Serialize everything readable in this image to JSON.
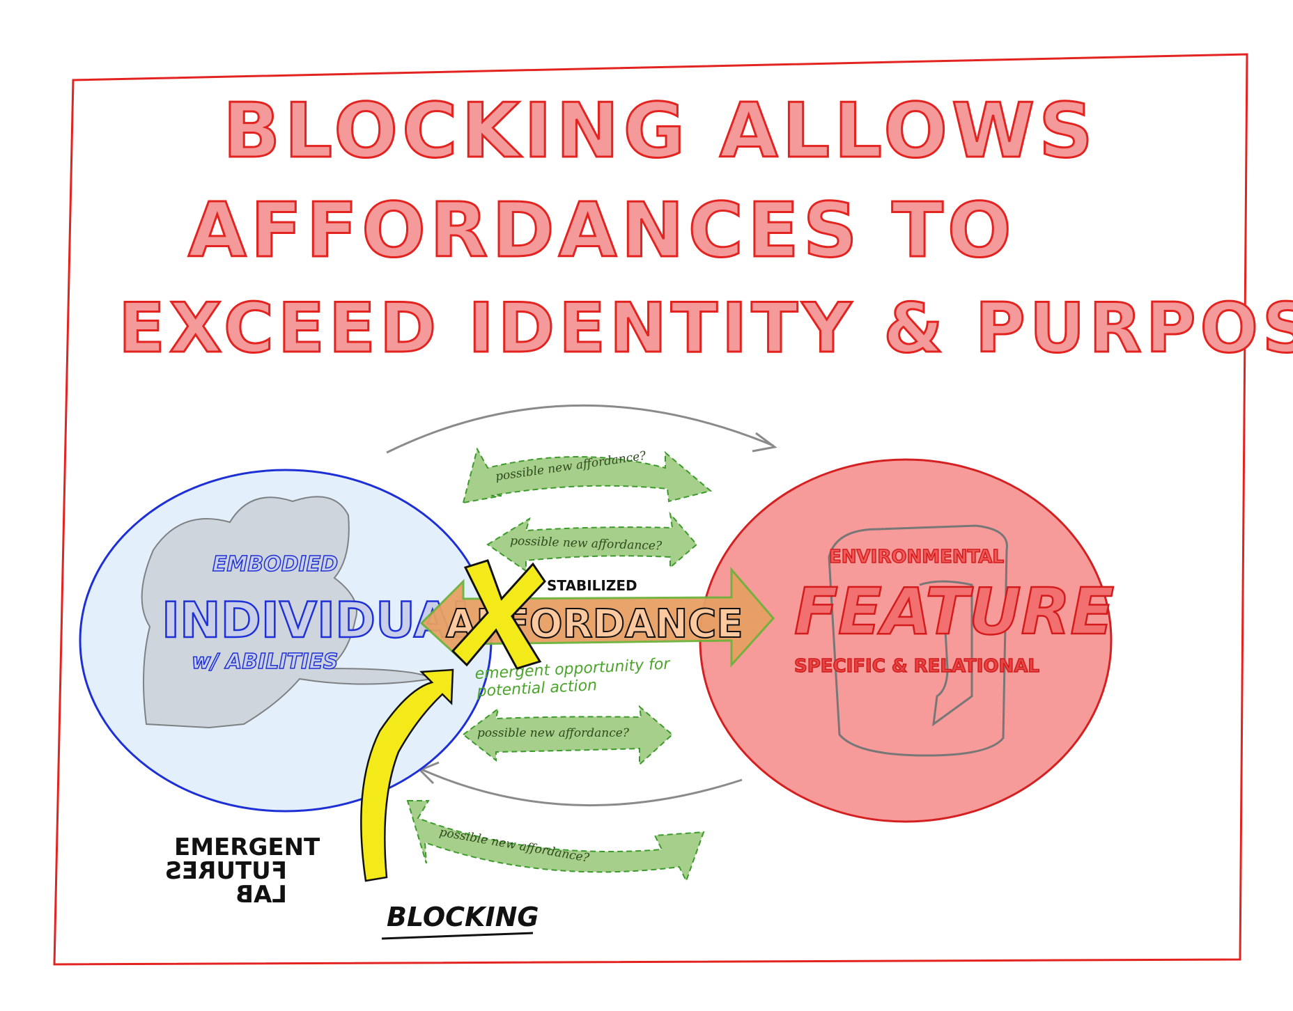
{
  "title": {
    "line1": "BLOCKING ALLOWS",
    "line2": "AFFORDANCES TO",
    "line3": "EXCEED IDENTITY & PURPOSE"
  },
  "individual": {
    "top": "EMBODIED",
    "main": "INDIVIDUAL",
    "sub": "w/ ABILITIES"
  },
  "feature": {
    "top": "ENVIRONMENTAL",
    "main": "FEATURE",
    "sub": "SPECIFIC & RELATIONAL"
  },
  "stabilized": {
    "top": "STABILIZED",
    "main": "AFFORDANCE",
    "sub1": "emergent opportunity for",
    "sub2": "potential action"
  },
  "possible": {
    "a1": "possible new affordance?",
    "a2": "possible new affordance?",
    "a3": "possible new affordance?",
    "a4": "possible new affordance?"
  },
  "blocking_label": "BLOCKING",
  "logo": {
    "line1": "EMERGENT",
    "line2": "FUTURES",
    "line3": "LAB"
  },
  "colors": {
    "frame": "#e3231f",
    "individual_fill": "#e3effb",
    "individual_stroke": "#1d2fd6",
    "feature_fill": "#f79a9a",
    "affordance_fill": "#e8a064",
    "green": "#a5cf8a",
    "green_stroke": "#3c9a2a",
    "block": "#f4ea1a"
  }
}
